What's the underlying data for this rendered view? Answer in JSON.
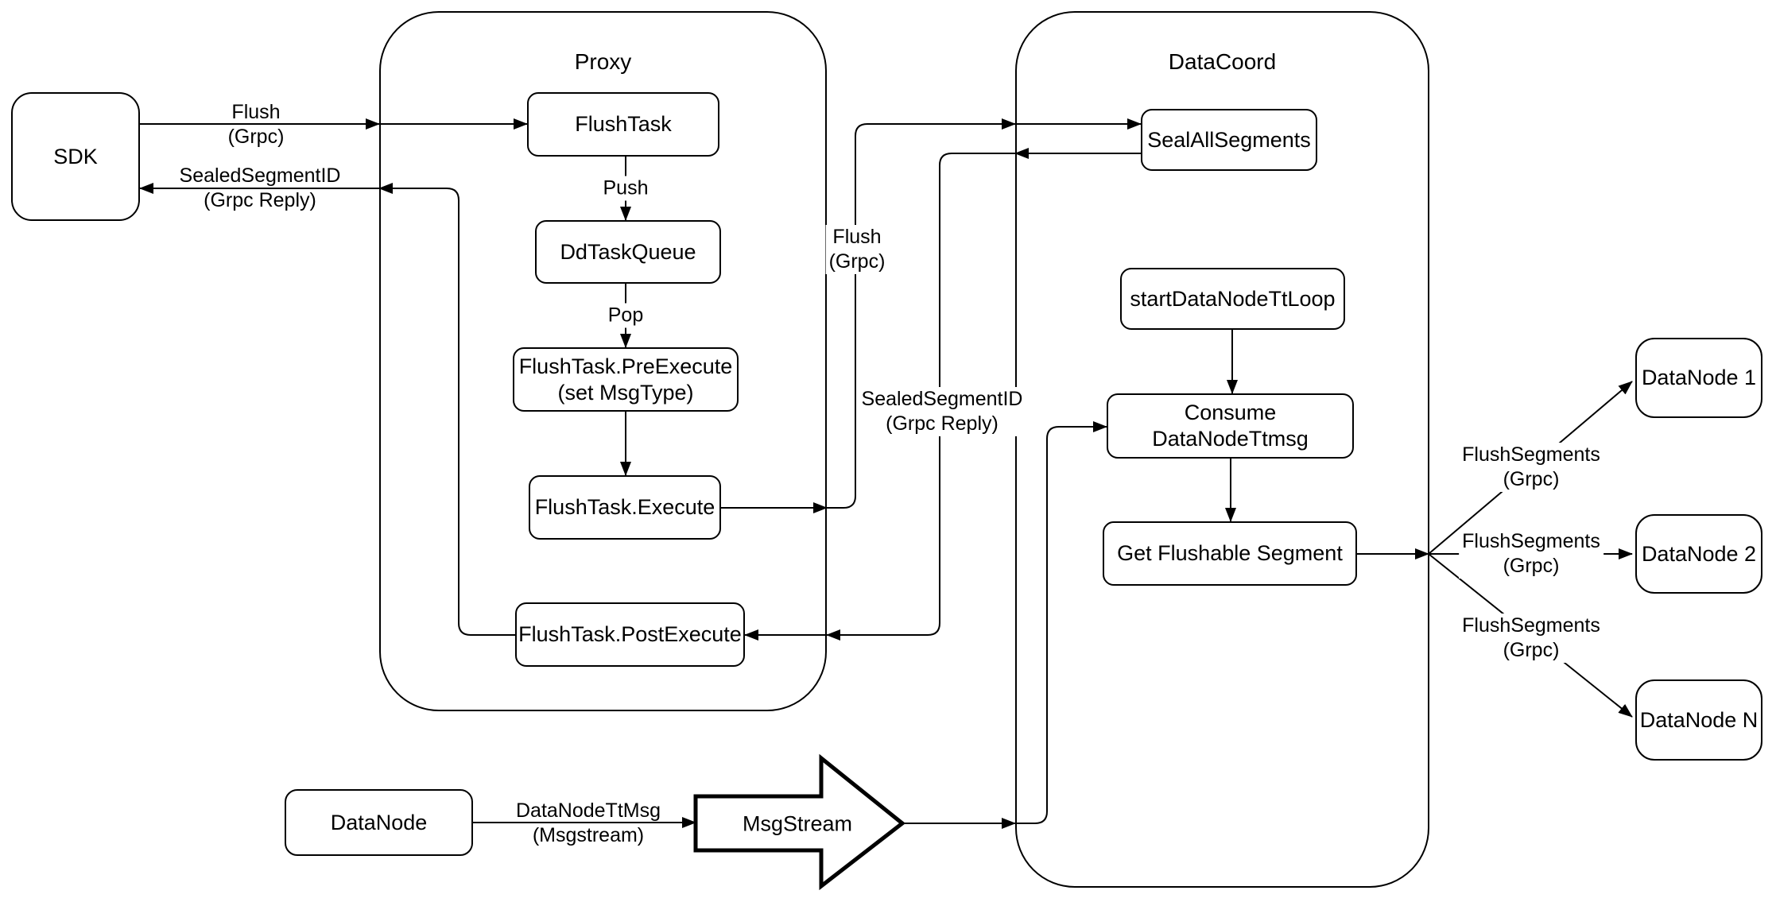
{
  "containers": {
    "proxy": {
      "label": "Proxy"
    },
    "datacoord": {
      "label": "DataCoord"
    }
  },
  "nodes": {
    "sdk": {
      "label": "SDK"
    },
    "flush_task": {
      "label": "FlushTask"
    },
    "dd_task_queue": {
      "label": "DdTaskQueue"
    },
    "pre_execute": {
      "label": "FlushTask.PreExecute\n(set MsgType)"
    },
    "execute": {
      "label": "FlushTask.Execute"
    },
    "post_execute": {
      "label": "FlushTask.PostExecute"
    },
    "seal_all_segments": {
      "label": "SealAllSegments"
    },
    "start_datanode_tt_loop": {
      "label": "startDataNodeTtLoop"
    },
    "consume_datanode_ttmsg": {
      "label": "Consume DataNodeTtmsg"
    },
    "get_flushable_segment": {
      "label": "Get Flushable Segment"
    },
    "datanode_1": {
      "label": "DataNode 1"
    },
    "datanode_2": {
      "label": "DataNode 2"
    },
    "datanode_n": {
      "label": "DataNode N"
    },
    "datanode": {
      "label": "DataNode"
    },
    "msgstream": {
      "label": "MsgStream"
    }
  },
  "edge_labels": {
    "flush_grpc_sdk": "Flush\n(Grpc)",
    "sealed_segment_id_reply_sdk": "SealedSegmentID\n(Grpc Reply)",
    "push": "Push",
    "pop": "Pop",
    "flush_grpc_datacoord": "Flush\n(Grpc)",
    "sealed_segment_id_reply_datacoord": "SealedSegmentID\n(Grpc Reply)",
    "flush_segments_1": "FlushSegments\n(Grpc)",
    "flush_segments_2": "FlushSegments\n(Grpc)",
    "flush_segments_3": "FlushSegments\n(Grpc)",
    "datanode_tt_msg": "DataNodeTtMsg\n(Msgstream)"
  },
  "colors": {
    "stroke": "#000000",
    "background": "#ffffff"
  }
}
